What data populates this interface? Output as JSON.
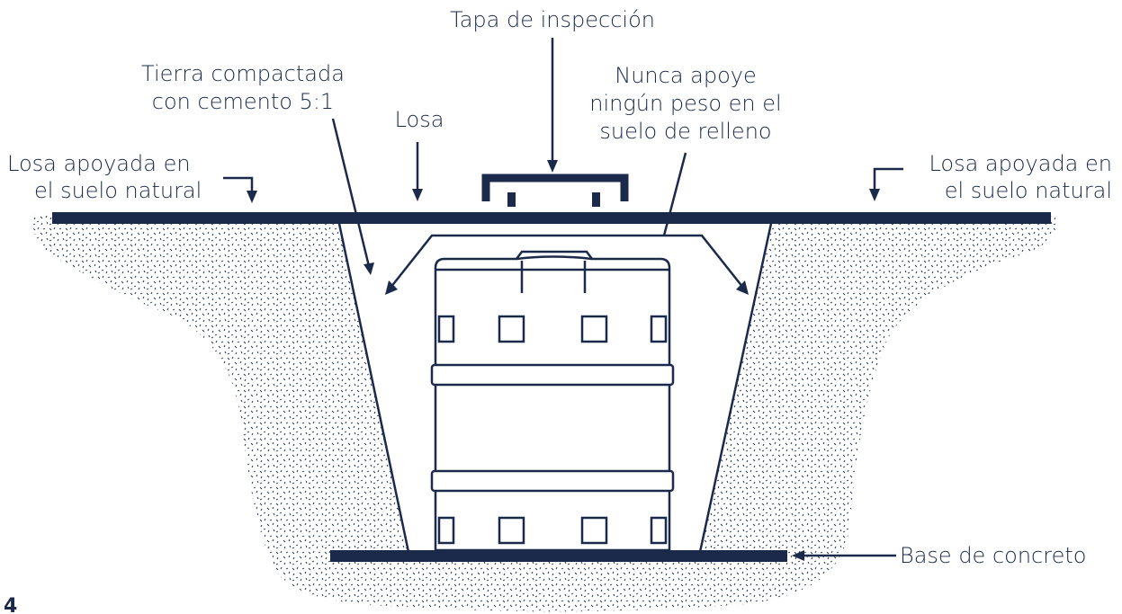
{
  "labels": {
    "inspection_cover": "Tapa de inspección",
    "compacted_soil_line1": "Tierra compactada",
    "compacted_soil_line2": "con cemento 5:1",
    "slab": "Losa",
    "never_support_line1": "Nunca apoye",
    "never_support_line2": "ningún peso en el",
    "never_support_line3": "suelo de relleno",
    "slab_natural_left_line1": "Losa apoyada en",
    "slab_natural_left_line2": "el suelo natural",
    "slab_natural_right_line1": "Losa apoyada en",
    "slab_natural_right_line2": "el suelo natural",
    "concrete_base": "Base de concreto"
  },
  "page_number": "4",
  "colors": {
    "ink": "#1b2a4a",
    "soil_speckle": "#1b2a4a",
    "background": "#ffffff"
  }
}
